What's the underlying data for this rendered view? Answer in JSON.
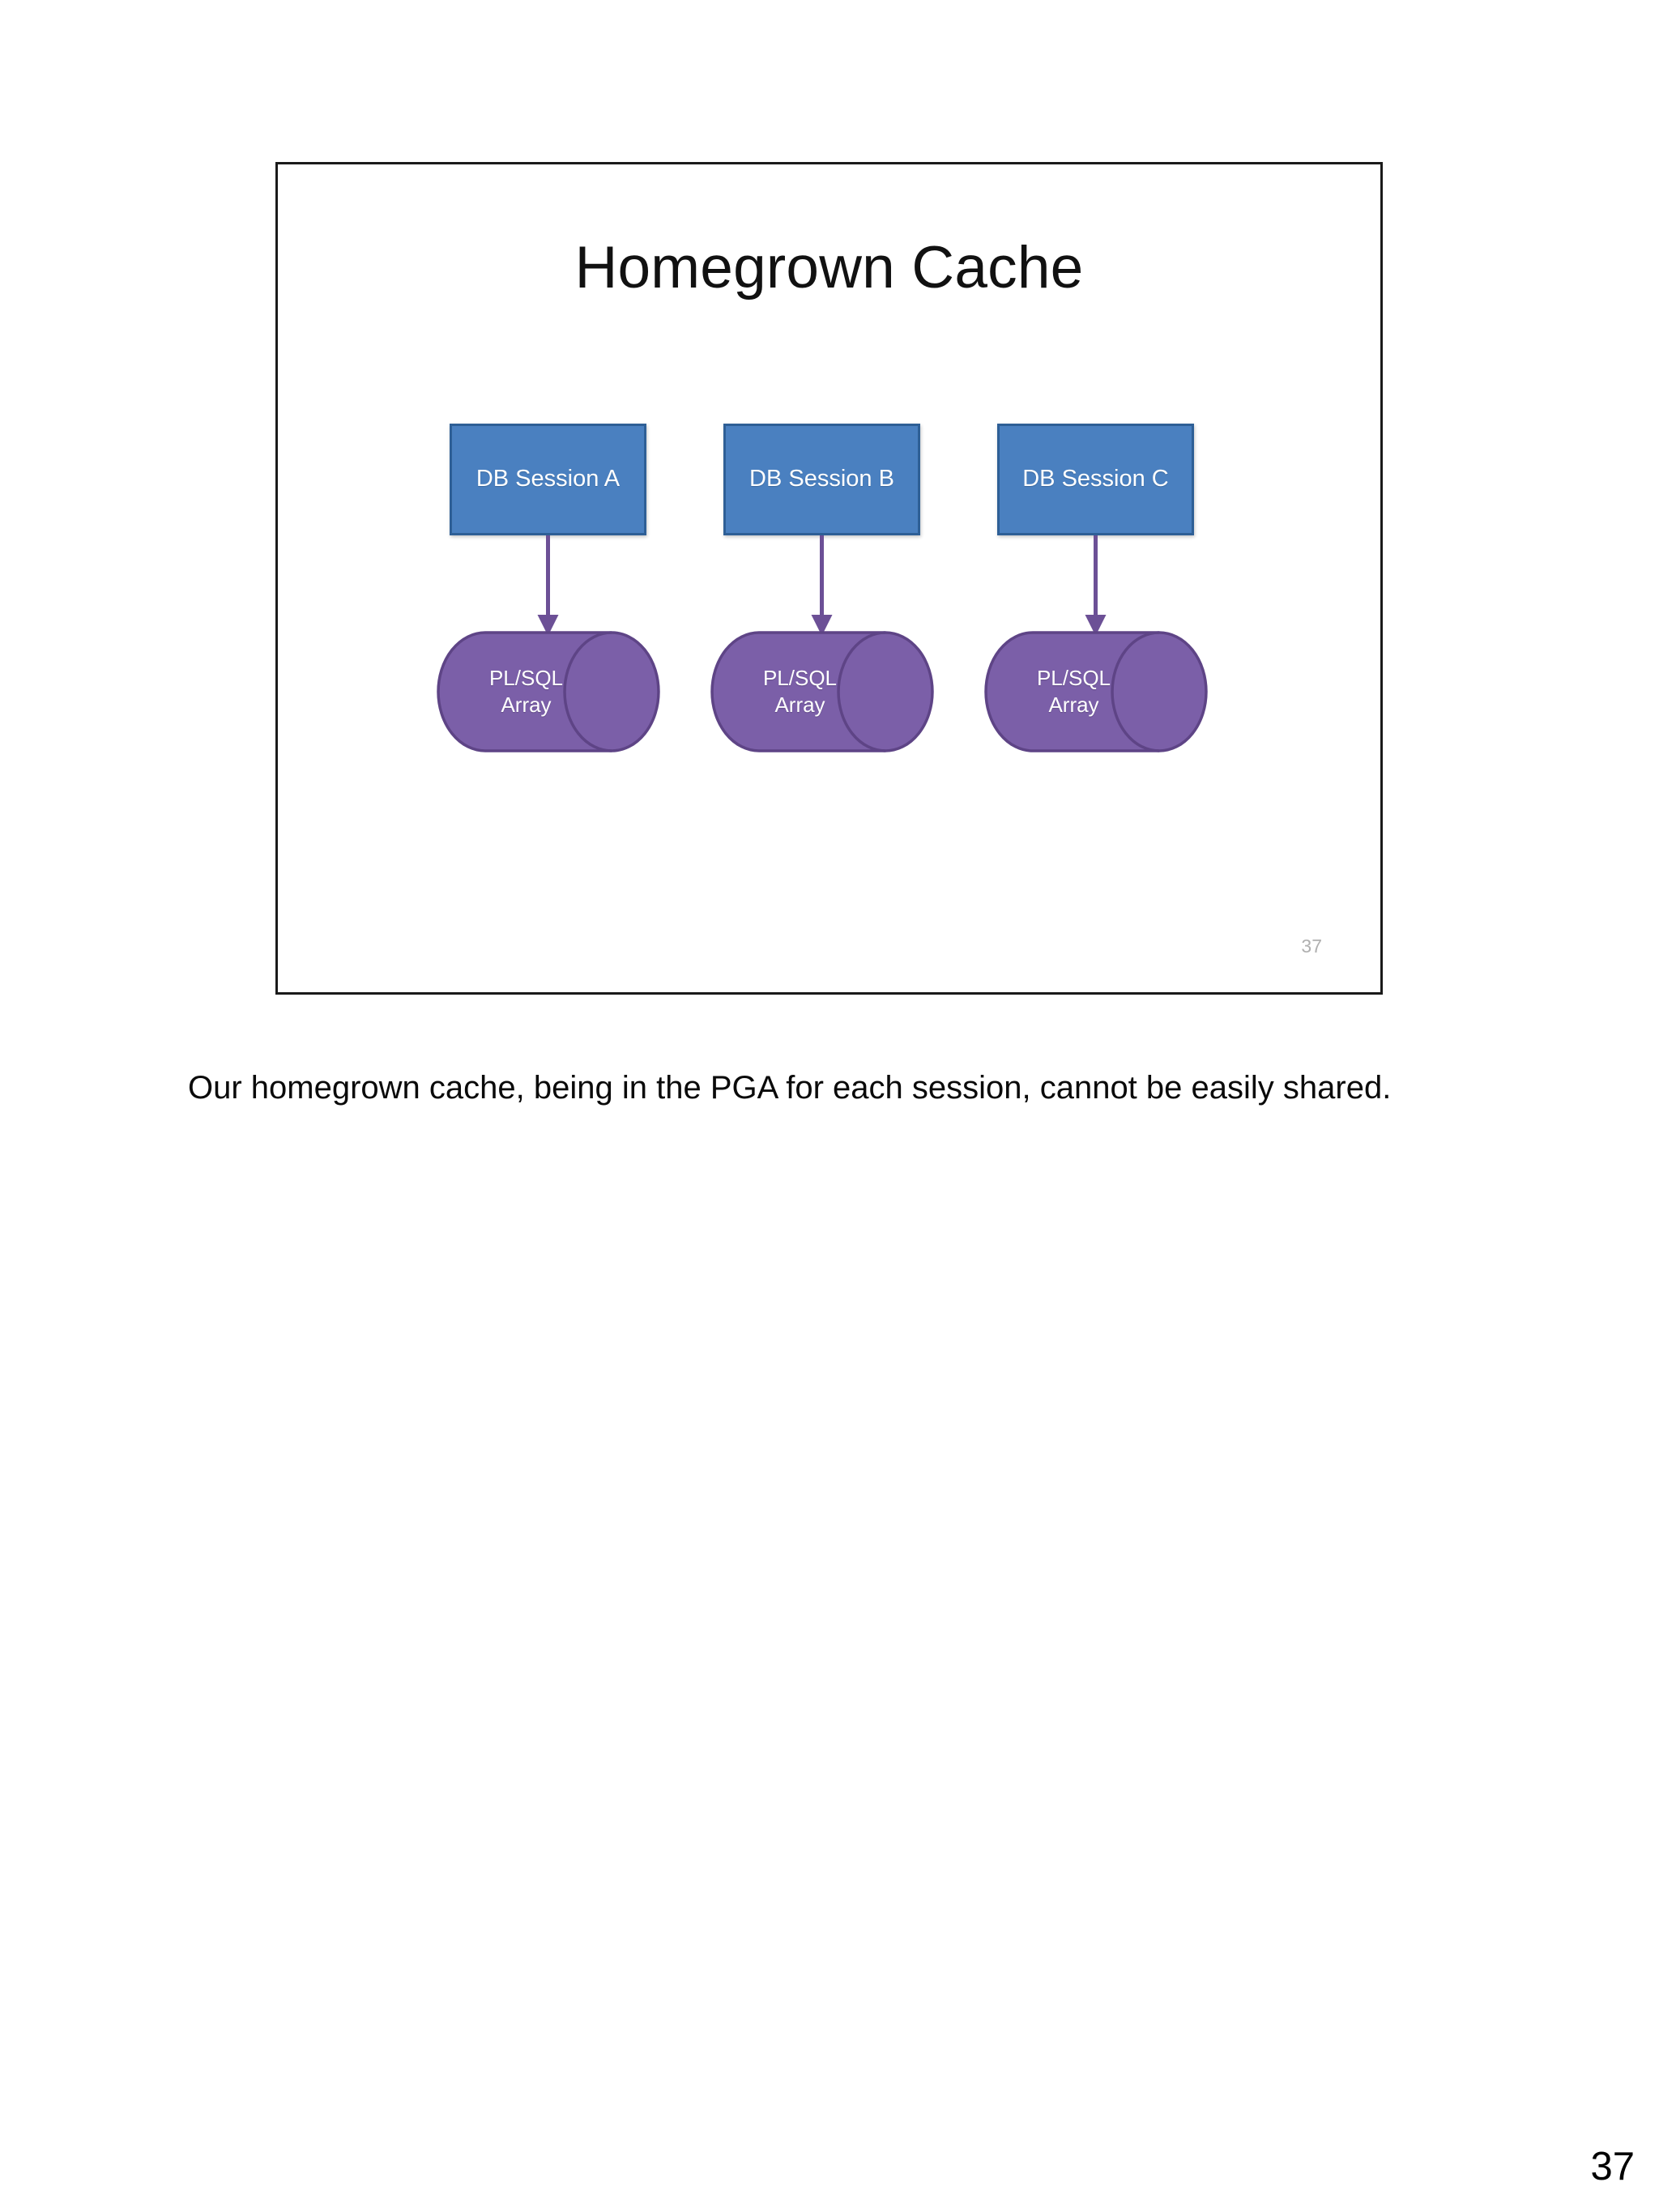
{
  "page": {
    "background_color": "#ffffff",
    "page_number": "37"
  },
  "slide": {
    "title": "Homegrown Cache",
    "slide_number": "37",
    "border_color": "#1a1a1a"
  },
  "diagram": {
    "type": "flow",
    "accent_blue": "#4A80C0",
    "accent_blue_border": "#2E5F96",
    "accent_purple": "#7B5FA8",
    "accent_purple_border": "#5E4486",
    "arrow_color": "#6C5096",
    "columns": [
      {
        "session_label": "DB Session A",
        "store_line1": "PL/SQL",
        "store_line2": "Array"
      },
      {
        "session_label": "DB Session B",
        "store_line1": "PL/SQL",
        "store_line2": "Array"
      },
      {
        "session_label": "DB Session C",
        "store_line1": "PL/SQL",
        "store_line2": "Array"
      }
    ]
  },
  "caption": {
    "text": "Our homegrown cache, being in the PGA for each session, cannot be easily shared."
  }
}
